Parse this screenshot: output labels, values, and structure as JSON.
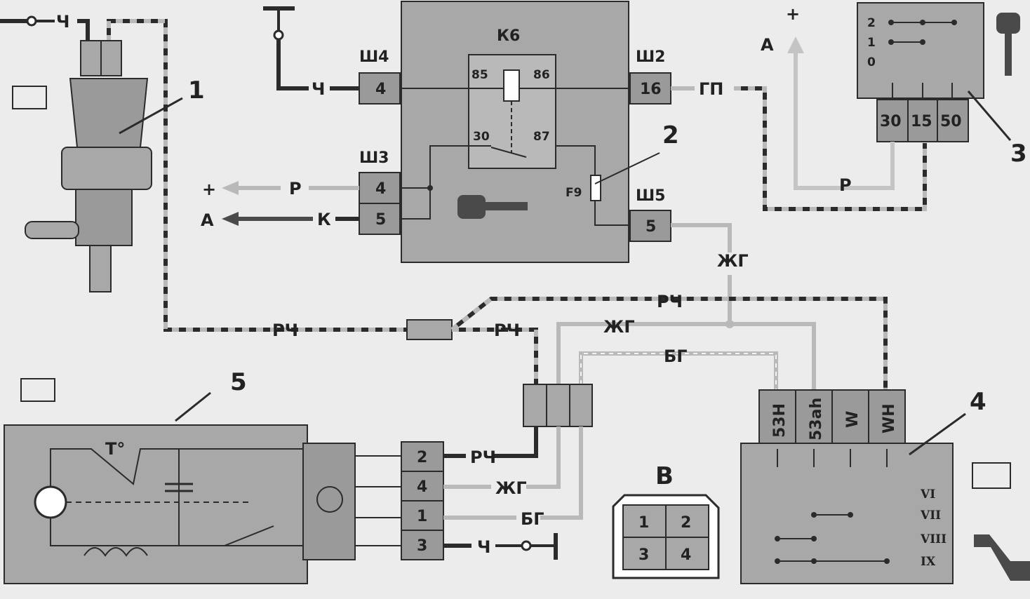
{
  "labels": {
    "item1": "1",
    "item2": "2",
    "item3": "3",
    "item4": "4",
    "item5": "5",
    "item_b": "В",
    "k6": "К6",
    "sh2": "Ш2",
    "sh3": "Ш3",
    "sh4": "Ш4",
    "sh5": "Ш5",
    "f9": "F9",
    "plus": "+",
    "a": "А",
    "temp": "T°"
  },
  "relay_contacts": {
    "c85": "85",
    "c86": "86",
    "c30": "30",
    "c87": "87"
  },
  "connector_pins": {
    "sh4_pin": "4",
    "sh2_pin": "16",
    "sh3_pin_a": "4",
    "sh3_pin_b": "5",
    "sh5_pin": "5"
  },
  "wire_labels": {
    "ch_top_left": "Ч",
    "ch_relay": "Ч",
    "gp": "ГП",
    "r_left": "Р",
    "k_left": "К",
    "r_right": "Р",
    "zhg_vertical": "ЖГ",
    "rch_bottom_left": "РЧ",
    "rch_mid": "РЧ",
    "rch_top": "РЧ",
    "zhg_mid": "ЖГ",
    "bg_mid": "БГ",
    "rch_motor": "РЧ",
    "zhg_motor": "ЖГ",
    "bg_motor": "БГ",
    "ch_motor": "Ч"
  },
  "ignition_switch": {
    "positions": [
      "2",
      "1",
      "0"
    ],
    "terminals": [
      "30",
      "15",
      "50"
    ]
  },
  "wiper_switch": {
    "terminals": [
      "53H",
      "53ah",
      "W",
      "WH"
    ],
    "positions": [
      "VI",
      "VII",
      "VIII",
      "IX"
    ]
  },
  "motor_connector_pins": [
    "2",
    "4",
    "1",
    "3"
  ],
  "connector_b_pins": [
    "1",
    "2",
    "3",
    "4"
  ],
  "colors": {
    "box_fill": "#a8a8a8",
    "pin_fill": "#9a9a9a",
    "wire_dark": "#2b2b2b",
    "wire_light": "#b9b9b9",
    "background": "#ececec"
  }
}
